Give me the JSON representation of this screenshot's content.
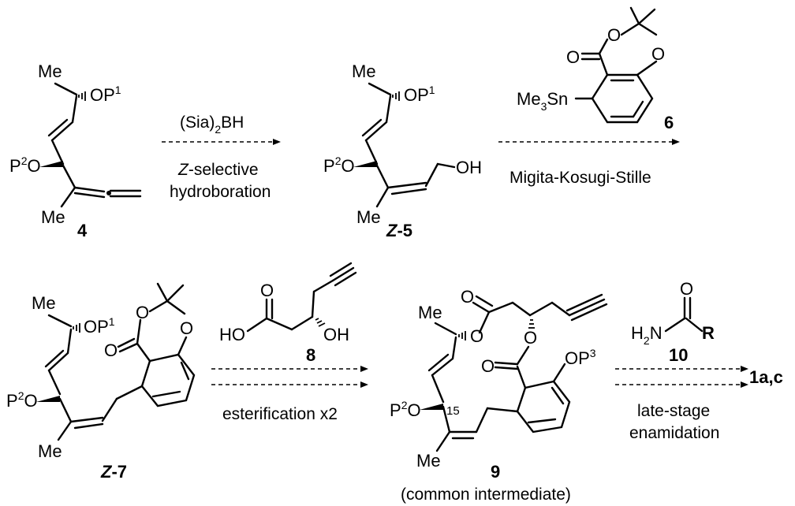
{
  "step1": {
    "reagent_a": "(Sia)",
    "reagent_a_sub": "2",
    "reagent_b": "BH",
    "cond_italic": "Z",
    "cond_rest": "-selective",
    "cond_line2": "hydroboration"
  },
  "step2": {
    "reagent_num": "6",
    "condition": "Migita-Kosugi-Stille"
  },
  "step3": {
    "condition": "esterification x2",
    "reagent_num": "8"
  },
  "step4": {
    "reagent_num": "10",
    "cond_line1": "late-stage",
    "cond_line2": "enamidation"
  },
  "compounds": {
    "c4": "4",
    "cz5_italic": "Z",
    "cz5_rest": "-5",
    "cz7_italic": "Z",
    "cz7_rest": "-7",
    "c9": "9",
    "c9_note": "(common intermediate)",
    "product": "1a,c"
  },
  "atoms": {
    "me": "Me",
    "o": "O",
    "p": "P",
    "op": "OP",
    "sup1": "1",
    "sup2": "2",
    "sup3": "3",
    "oh": "OH",
    "ho": "HO",
    "h": "H",
    "n": "N",
    "r": "R",
    "sn_a": "Me",
    "sn_sub": "3",
    "sn_b": "Sn",
    "c15": "15"
  },
  "colors": {
    "ink": "#000000",
    "background": "#ffffff"
  }
}
